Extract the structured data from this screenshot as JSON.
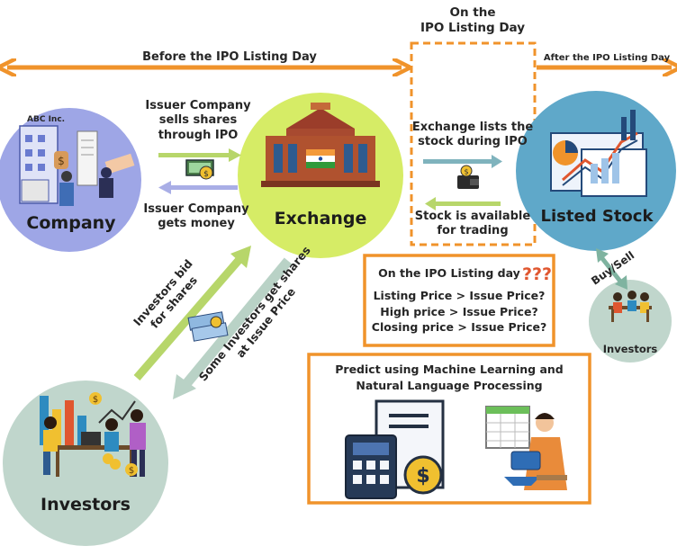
{
  "labels": {
    "on_listing_day_top": [
      "On the",
      "IPO Listing Day"
    ],
    "before_listing": "Before the IPO Listing Day",
    "after_listing": "After the IPO Listing Day",
    "abc_inc": "ABC Inc.",
    "issuer_sells": [
      "Issuer Company",
      "sells shares",
      "through IPO"
    ],
    "issuer_money": [
      "Issuer Company",
      "gets money"
    ],
    "company": "Company",
    "exchange": "Exchange",
    "exchange_lists": [
      "Exchange lists the",
      "stock during IPO"
    ],
    "stock_available": [
      "Stock is available",
      "for trading"
    ],
    "listed_stock": "Listed Stock",
    "buy_sell": "Buy/Sell",
    "investors_small": "Investors",
    "investors_bid": [
      "Investors bid",
      "for shares"
    ],
    "some_investors": [
      "Some Investors get shares",
      "at Issue Price"
    ],
    "on_listing_day_box": "On the IPO Listing day",
    "questions": [
      "Listing Price > Issue Price?",
      "High price > Issue Price?",
      "Closing price > Issue Price?"
    ],
    "predict": [
      "Predict using Machine Learning and",
      "Natural Language Processing"
    ],
    "investors_large": "Investors",
    "question_marks": "???"
  },
  "colors": {
    "orange": "#f0932b",
    "company_circle": "#9ea6e6",
    "exchange_circle": "#d6ec66",
    "listed_circle": "#5fa8c9",
    "investors_circle": "#c0d6cc",
    "green_arrow": "#b7d66a",
    "lavender_arrow": "#a9aee6",
    "teal_arrow": "#7fb3bd",
    "grey_arrow": "#b9d2c6"
  }
}
